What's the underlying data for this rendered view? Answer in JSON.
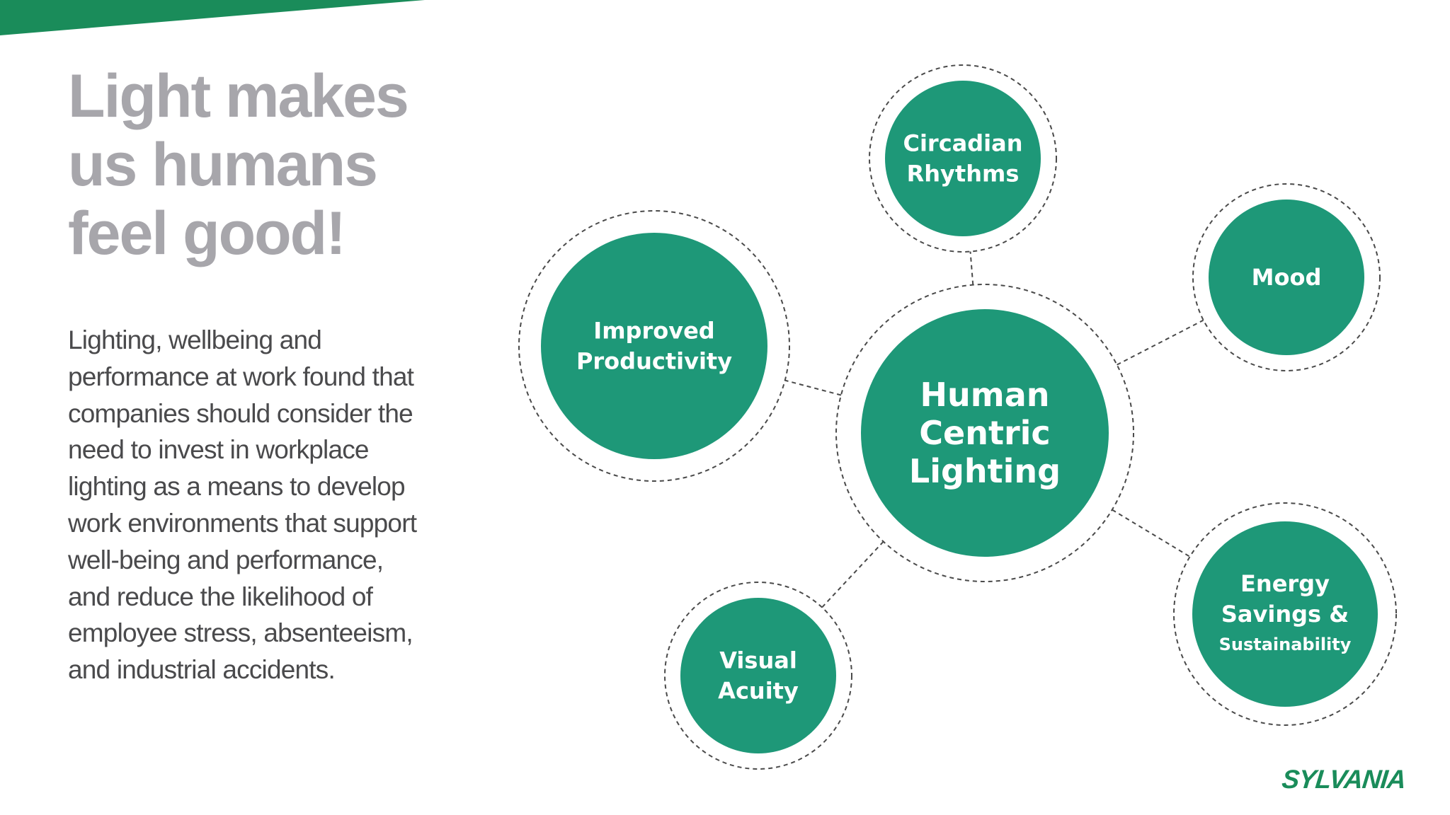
{
  "slide": {
    "accent_color": "#1a8c5a",
    "node_color": "#1e9878",
    "headline_color": "#a7a6ab",
    "body_color": "#4a4a4c",
    "headline_lines": [
      "Light makes",
      "us humans",
      "feel good!"
    ],
    "body_lines": [
      "Lighting, wellbeing and",
      "performance at work found that",
      "companies should consider the",
      "need to invest in workplace",
      "lighting as a means to develop",
      "work environments that support",
      "well-being and performance,",
      "and reduce the likelihood of",
      "employee stress, absenteeism,",
      "and industrial accidents."
    ],
    "logo_text": "SYLVANIA"
  },
  "diagram": {
    "center": {
      "name": "human-centric-lighting",
      "lines": [
        "Human",
        "Centric",
        "Lighting"
      ]
    },
    "nodes": [
      {
        "name": "circadian-rhythms",
        "lines": [
          "Circadian",
          "Rhythms"
        ]
      },
      {
        "name": "mood",
        "lines": [
          "Mood"
        ]
      },
      {
        "name": "improved-productivity",
        "lines": [
          "Improved",
          "Productivity"
        ]
      },
      {
        "name": "energy-savings-sustainability",
        "lines": [
          "Energy",
          "Savings &",
          "Sustainability"
        ]
      },
      {
        "name": "visual-acuity",
        "lines": [
          "Visual",
          "Acuity"
        ]
      }
    ]
  }
}
